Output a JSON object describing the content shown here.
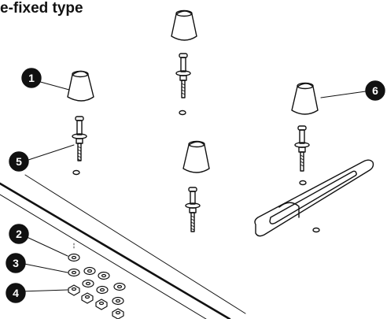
{
  "page": {
    "title": "e-fixed type"
  },
  "callouts": [
    {
      "number": "1"
    },
    {
      "number": "2"
    },
    {
      "number": "3"
    },
    {
      "number": "4"
    },
    {
      "number": "5"
    },
    {
      "number": "6"
    }
  ]
}
